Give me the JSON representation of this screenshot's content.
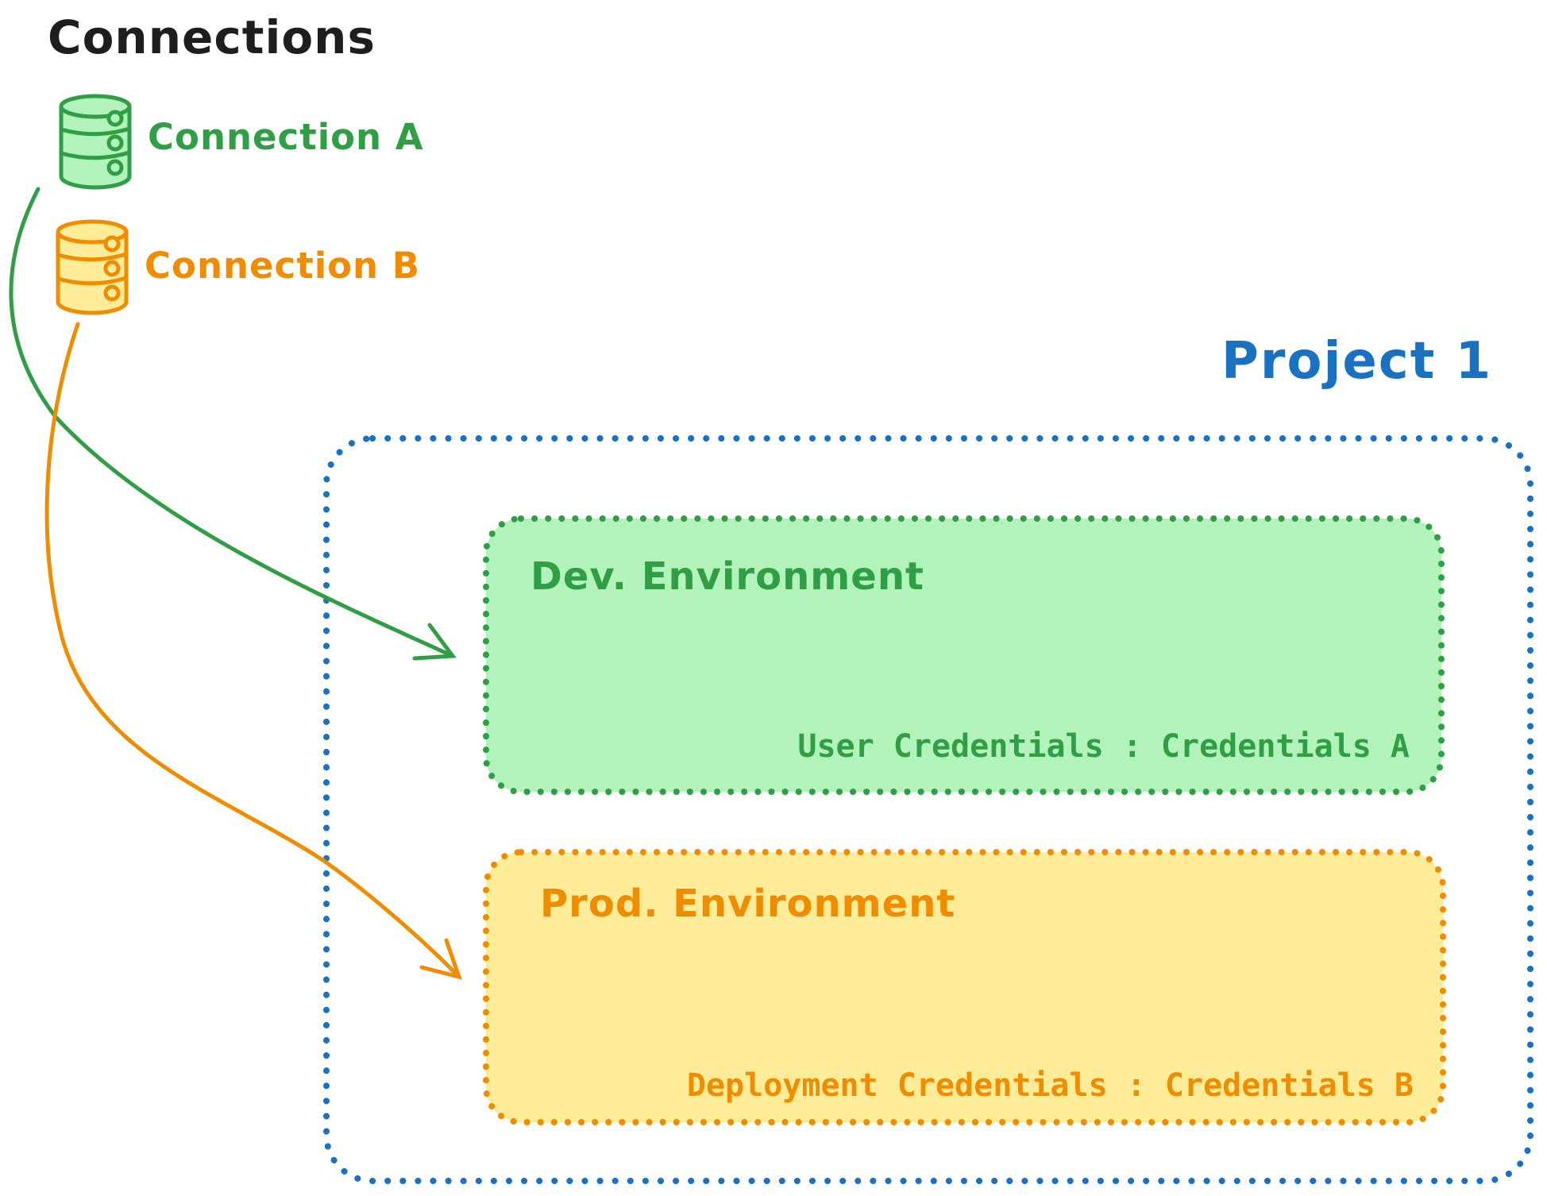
{
  "title": "Connections",
  "connections": {
    "a": {
      "label": "Connection A",
      "icon": "database-icon",
      "color": "#2f9e44",
      "fill": "#b2f2bb"
    },
    "b": {
      "label": "Connection B",
      "icon": "database-icon",
      "color": "#f08c00",
      "fill": "#ffec99"
    }
  },
  "project": {
    "label": "Project 1",
    "border_color": "#1971c2",
    "dev": {
      "title": "Dev. Environment",
      "credentials": "User Credentials : Credentials A",
      "color": "#2f9e44",
      "fill": "#b2f2bb"
    },
    "prod": {
      "title": "Prod. Environment",
      "credentials": "Deployment Credentials : Credentials B",
      "color": "#f08c00",
      "fill": "#ffec99"
    }
  },
  "arrows": {
    "a_to_dev": {
      "from": "Connection A",
      "to": "Dev. Environment",
      "color": "#2f9e44"
    },
    "b_to_prod": {
      "from": "Connection B",
      "to": "Prod. Environment",
      "color": "#f08c00"
    }
  },
  "colors": {
    "title_text": "#1e1e1e",
    "green_stroke": "#2f9e44",
    "green_fill": "#b2f2bb",
    "orange_stroke": "#f08c00",
    "orange_fill": "#ffec99",
    "blue_stroke": "#1971c2",
    "background": "#ffffff"
  }
}
